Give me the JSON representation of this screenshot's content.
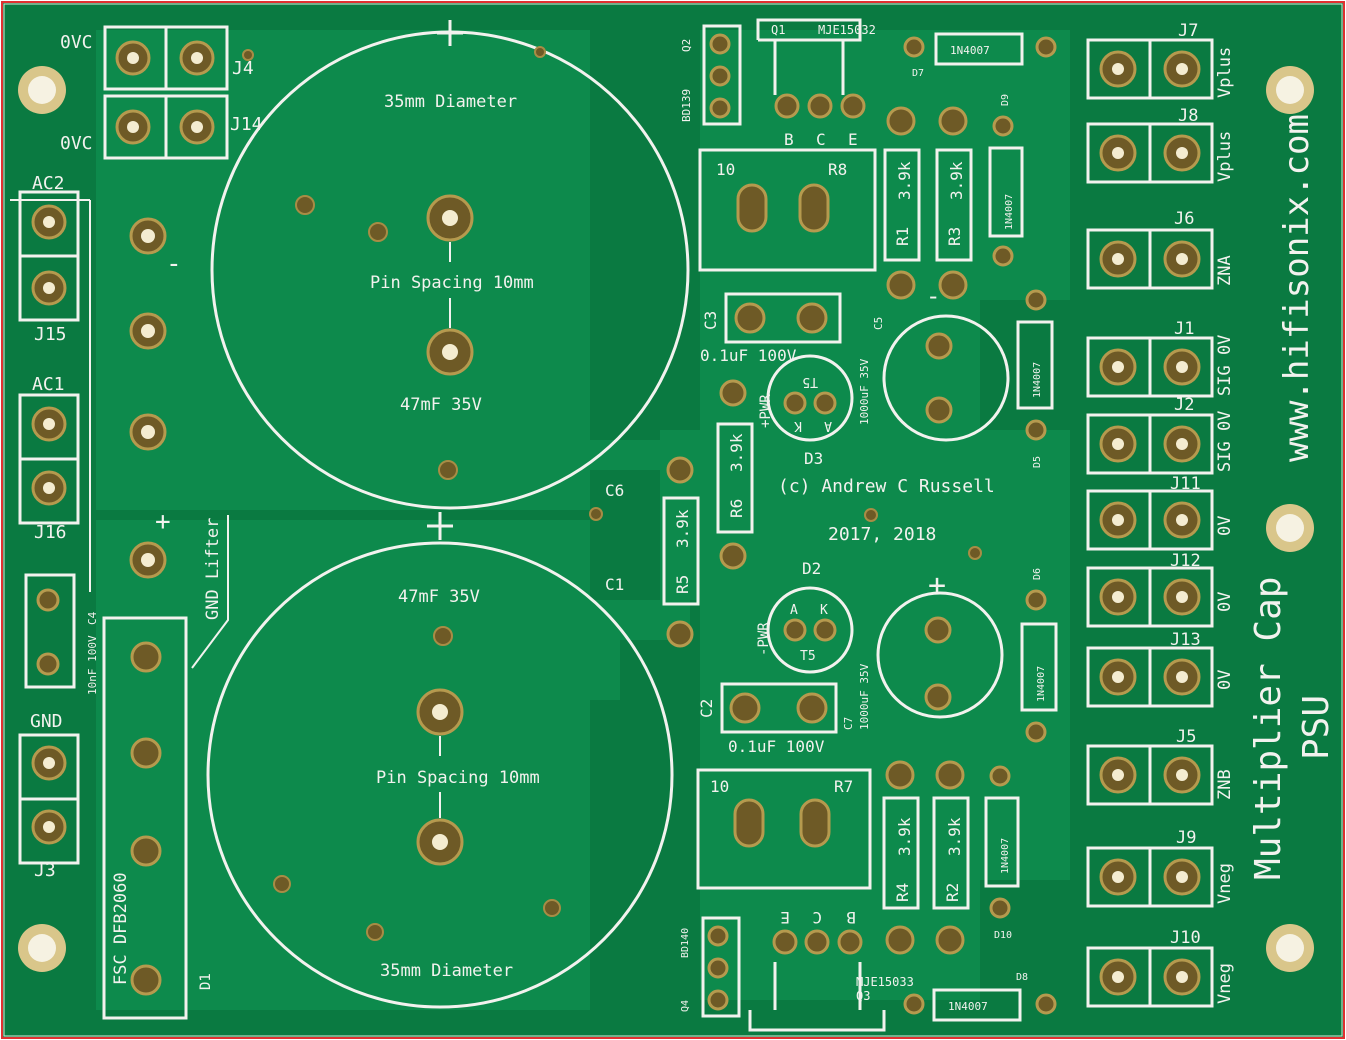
{
  "colors": {
    "board": "#0a7a41",
    "copper_pour": "#0d8a4c",
    "silkscreen": "#f2f2ee",
    "pad": "#6e5a26",
    "border": "#e03030"
  },
  "header": {
    "site": "www.hifisonix.com",
    "title_line1": "Multiplier Cap",
    "title_line2": "PSU",
    "copyright": "(c) Andrew C Russell",
    "years": "2017, 2018"
  },
  "connectors": {
    "j4": "J4",
    "j14": "J14",
    "ovc1": "0VC",
    "ovc2": "0VC",
    "ac2": "AC2",
    "j15": "J15",
    "ac1": "AC1",
    "j16": "J16",
    "gnd": "GND",
    "j3": "J3",
    "j7": "J7",
    "j8": "J8",
    "j6": "J6",
    "j1": "J1",
    "j2": "J2",
    "j11": "J11",
    "j12": "J12",
    "j13": "J13",
    "j5": "J5",
    "j9": "J9",
    "j10": "J10",
    "vplus1": "Vplus",
    "vplus2": "Vplus",
    "zna": "ZNA",
    "sig0v1": "SIG 0V",
    "sig0v2": "SIG 0V",
    "ov1": "0V",
    "ov2": "0V",
    "ov3": "0V",
    "znb": "ZNB",
    "vneg1": "Vneg",
    "vneg2": "Vneg"
  },
  "caps": {
    "big_top_diam": "35mm Diameter",
    "big_top_pin": "Pin Spacing 10mm",
    "big_top_val": "47mF 35V",
    "big_bot_val": "47mF 35V",
    "big_bot_pin": "Pin Spacing 10mm",
    "big_bot_diam": "35mm Diameter",
    "c3": "C3",
    "c3_val": "0.1uF 100V",
    "c2": "C2",
    "c2_val": "0.1uF 100V",
    "c5": "C5",
    "c5_val": "1000uF 35V",
    "c7": "C7",
    "c7_val": "1000uF 35V",
    "c6": "C6",
    "c1": "C1",
    "c4": "C4",
    "c4_val": "10nF 100V",
    "plus": "+",
    "minus": "-"
  },
  "parts": {
    "q1": "Q1",
    "q1_type": "MJE15032",
    "q2": "Q2",
    "q2_type": "BD139",
    "q3": "Q3",
    "q3_type": "MJE15033",
    "q4": "Q4",
    "q4_type": "BD140",
    "b": "B",
    "c": "C",
    "e": "E",
    "d7": "D7",
    "d8": "D8",
    "d9": "D9",
    "d10": "D10",
    "d5": "D5",
    "d6": "D6",
    "diode": "1N4007",
    "r8": "R8",
    "r7": "R7",
    "ten": "10",
    "r1": "R1",
    "r3": "R3",
    "r6": "R6",
    "r5": "R5",
    "r4": "R4",
    "r2": "R2",
    "res_val": "3.9k",
    "d3": "D3",
    "d2": "D2",
    "pwr_plus": "+PWR",
    "pwr_minus": "-PWR",
    "t5": "T5",
    "a": "A",
    "k": "K",
    "gnd_lifter": "GND Lifter",
    "bridge": "FSC DFB2060",
    "d1": "D1"
  }
}
